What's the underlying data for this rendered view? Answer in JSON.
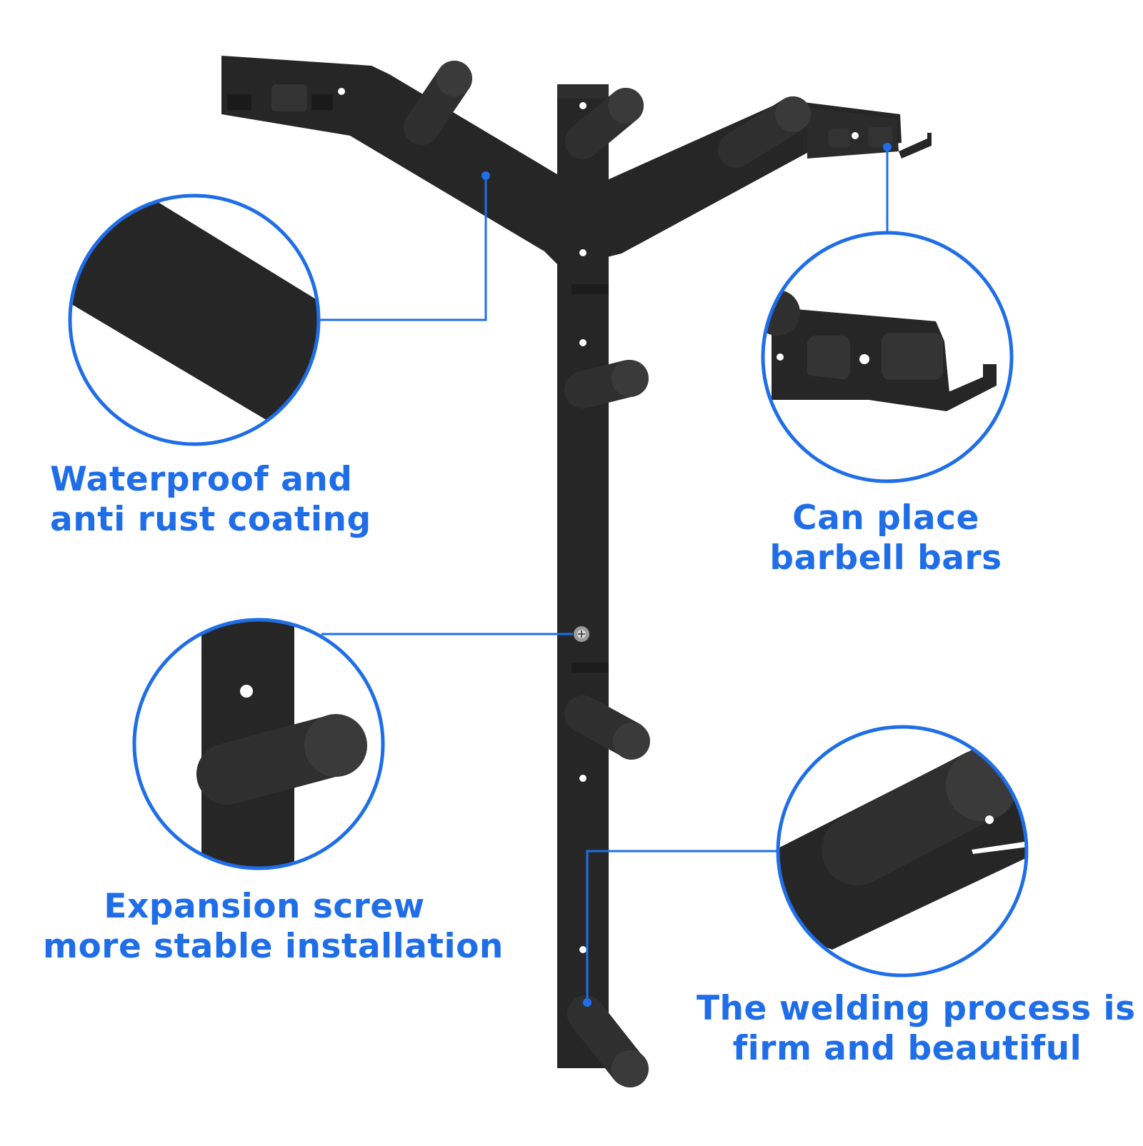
{
  "accent_color": "#1f6ee8",
  "product_color": "#262626",
  "callouts": {
    "coating": {
      "line1": "Waterproof and",
      "line2": "anti rust coating"
    },
    "barbell": {
      "line1": "Can place",
      "line2": "barbell bars"
    },
    "screw": {
      "line1": "Expansion screw",
      "line2": "more stable installation"
    },
    "welding": {
      "line1": "The welding process is",
      "line2": "firm and beautiful"
    }
  }
}
